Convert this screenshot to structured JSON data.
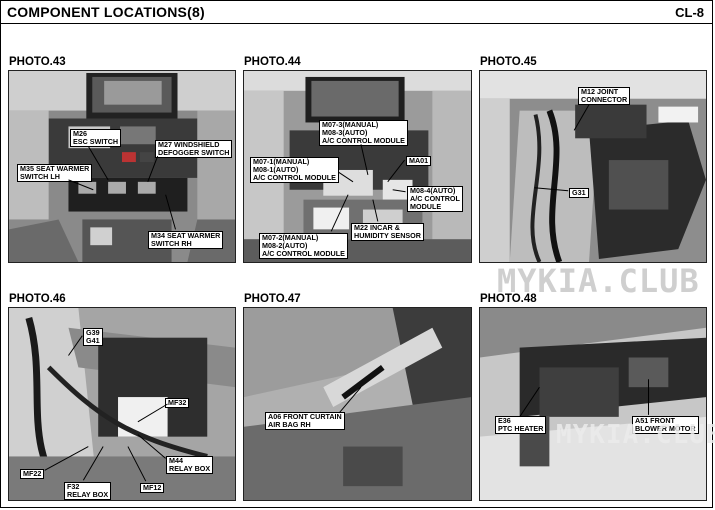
{
  "header": {
    "title": "COMPONENT LOCATIONS(8)",
    "code": "CL-8"
  },
  "photos": {
    "p43": {
      "title": "PHOTO.43",
      "labels": {
        "m26": "M26\nESC SWITCH",
        "m27": "M27 WINDSHIELD\nDEFOGGER SWITCH",
        "m35": "M35 SEAT WARMER\nSWITCH LH",
        "m34": "M34 SEAT WARMER\nSWITCH RH"
      }
    },
    "p44": {
      "title": "PHOTO.44",
      "labels": {
        "m073": "M07-3(MANUAL)\nM08-3(AUTO)\nA/C CONTROL MODULE",
        "m071": "M07-1(MANUAL)\nM08-1(AUTO)\nA/C CONTROL MODULE",
        "ma01": "MA01",
        "m084": "M08-4(AUTO)\nA/C CONTROL\nMODULE",
        "m22": "M22 INCAR &\nHUMIDITY SENSOR",
        "m072": "M07-2(MANUAL)\nM08-2(AUTO)\nA/C CONTROL MODULE"
      }
    },
    "p45": {
      "title": "PHOTO.45",
      "labels": {
        "m12": "M12 JOINT\nCONNECTOR",
        "g31": "G31"
      }
    },
    "p46": {
      "title": "PHOTO.46",
      "labels": {
        "g39": "G39\nG41",
        "mf32": "MF32",
        "mf22": "MF22",
        "m44": "M44\nRELAY BOX",
        "f32": "F32\nRELAY BOX",
        "mf12": "MF12"
      }
    },
    "p47": {
      "title": "PHOTO.47",
      "labels": {
        "a06": "A06 FRONT CURTAIN\nAIR BAG RH"
      }
    },
    "p48": {
      "title": "PHOTO.48",
      "labels": {
        "e36": "E36\nPTC HEATER",
        "a51": "A51 FRONT\nBLOWER MOTOR"
      }
    }
  },
  "watermark": {
    "primary": "MYKIA.CLUB",
    "secondary": "MYKIA.CLUB"
  }
}
